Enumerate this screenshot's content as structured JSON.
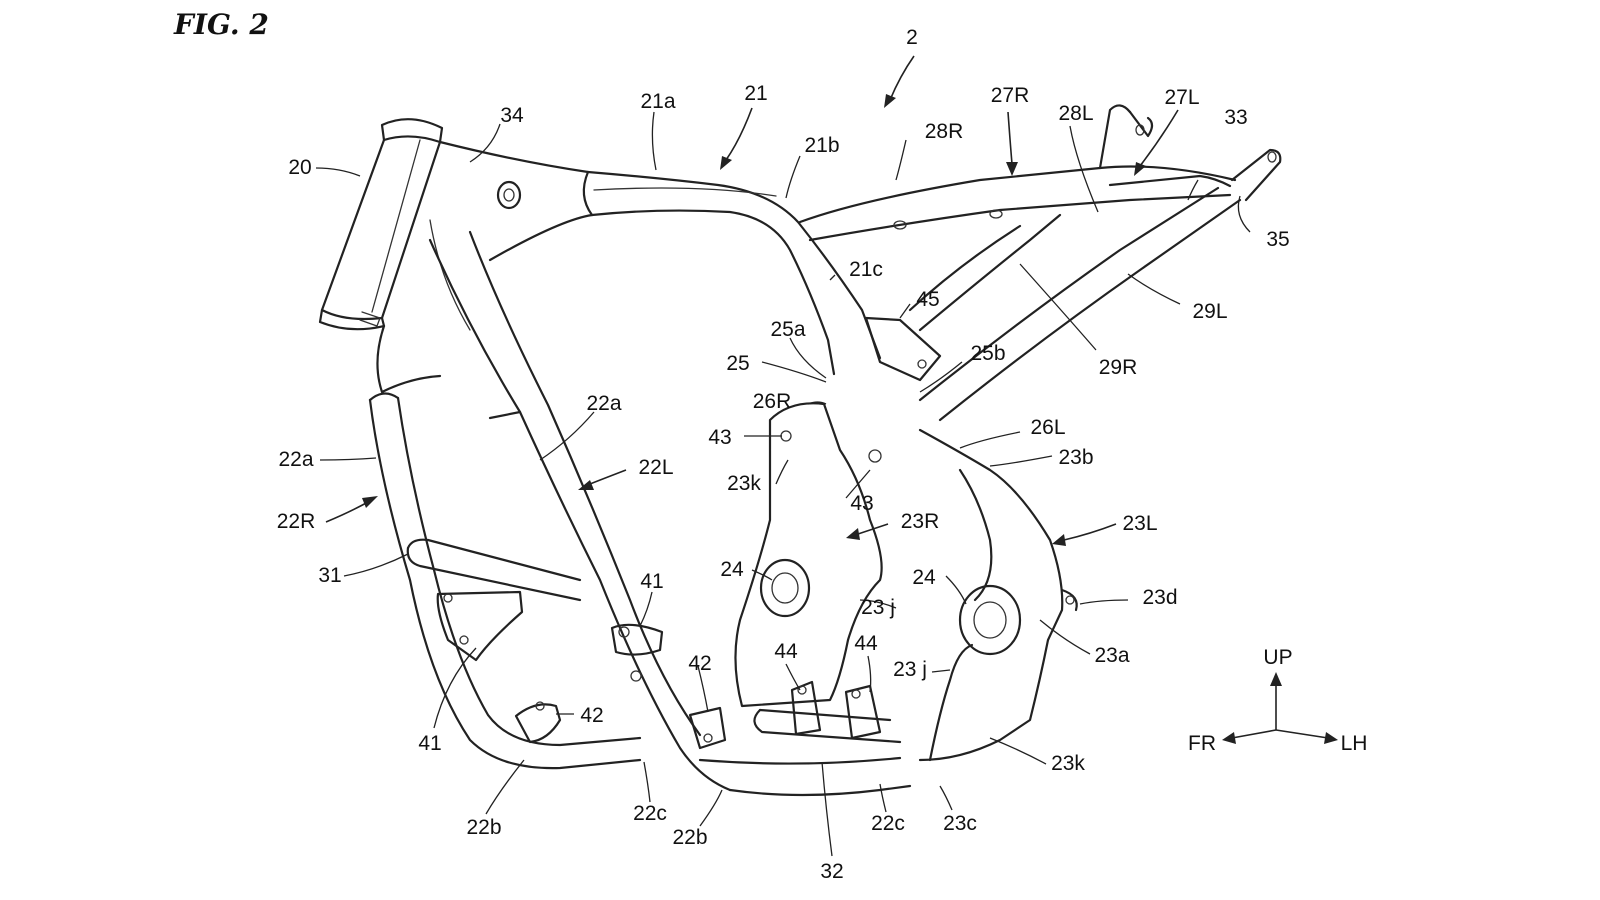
{
  "figure": {
    "title": "FIG. 2",
    "ref_main": "2"
  },
  "labels": {
    "l20": "20",
    "l34": "34",
    "l21a": "21a",
    "l21": "21",
    "l21b": "21b",
    "l21c": "21c",
    "l28R": "28R",
    "l27R": "27R",
    "l28L": "28L",
    "l27L": "27L",
    "l33": "33",
    "l35": "35",
    "l29L": "29L",
    "l29R": "29R",
    "l45": "45",
    "l25a": "25a",
    "l25": "25",
    "l25b": "25b",
    "l26R": "26R",
    "l26L": "26L",
    "l43a": "43",
    "l43b": "43",
    "l23k_top": "23k",
    "l23b": "23b",
    "l22a_left": "22a",
    "l22a_mid": "22a",
    "l22L": "22L",
    "l22R": "22R",
    "l23R": "23R",
    "l23L": "23L",
    "l31": "31",
    "l24a": "24",
    "l24b": "24",
    "l23j_a": "23 j",
    "l23d": "23d",
    "l41a": "41",
    "l41b": "41",
    "l42a": "42",
    "l42b": "42",
    "l44a": "44",
    "l44b": "44",
    "l23j_b": "23 j",
    "l23a": "23a",
    "l23k_bot": "23k",
    "l22b_a": "22b",
    "l22c_a": "22c",
    "l22b_b": "22b",
    "l32": "32",
    "l22c_b": "22c",
    "l23c": "23c"
  },
  "directions": {
    "up": "UP",
    "front": "FR",
    "left": "LH"
  }
}
